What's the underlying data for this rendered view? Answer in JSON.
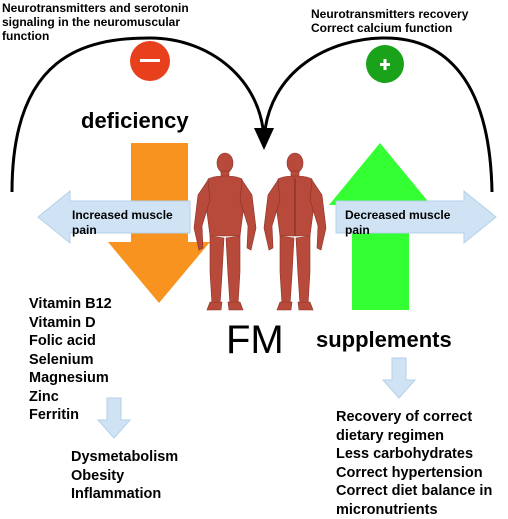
{
  "colors": {
    "minus_circle": "#e8401c",
    "plus_circle": "#1aa31a",
    "orange_arrow": "#f7931e",
    "green_arrow": "#33ff33",
    "blue_arrow": "#cfe3f4",
    "blue_arrow_stroke": "#b3d0ea",
    "body_red": "#b84a3b"
  },
  "icons": {
    "figures": "human-muscle-anatomy-figures"
  },
  "top_left_text": [
    "Neurotransmitters and serotonin",
    "signaling in the neuromuscular",
    "function"
  ],
  "top_right_text": [
    "Neurotransmitters recovery",
    "Correct calcium function"
  ],
  "minus_sign": "—",
  "plus_sign": "+",
  "deficiency_label": "deficiency",
  "supplements_label": "supplements",
  "fm_label": "FM",
  "left_arrow_text": [
    "Increased muscle",
    "pain"
  ],
  "right_arrow_text": [
    "Decreased muscle",
    "pain"
  ],
  "deficiency_list": [
    "Vitamin B12",
    "Vitamin D",
    "Folic acid",
    "Selenium",
    "Magnesium",
    "Zinc",
    "Ferritin"
  ],
  "deficiency_outcomes": [
    "Dysmetabolism",
    "Obesity",
    "Inflammation"
  ],
  "supplement_outcomes": [
    "Recovery of correct",
    "dietary regimen",
    "Less carbohydrates",
    "Correct hypertension",
    "Correct diet balance in",
    "micronutrients"
  ]
}
